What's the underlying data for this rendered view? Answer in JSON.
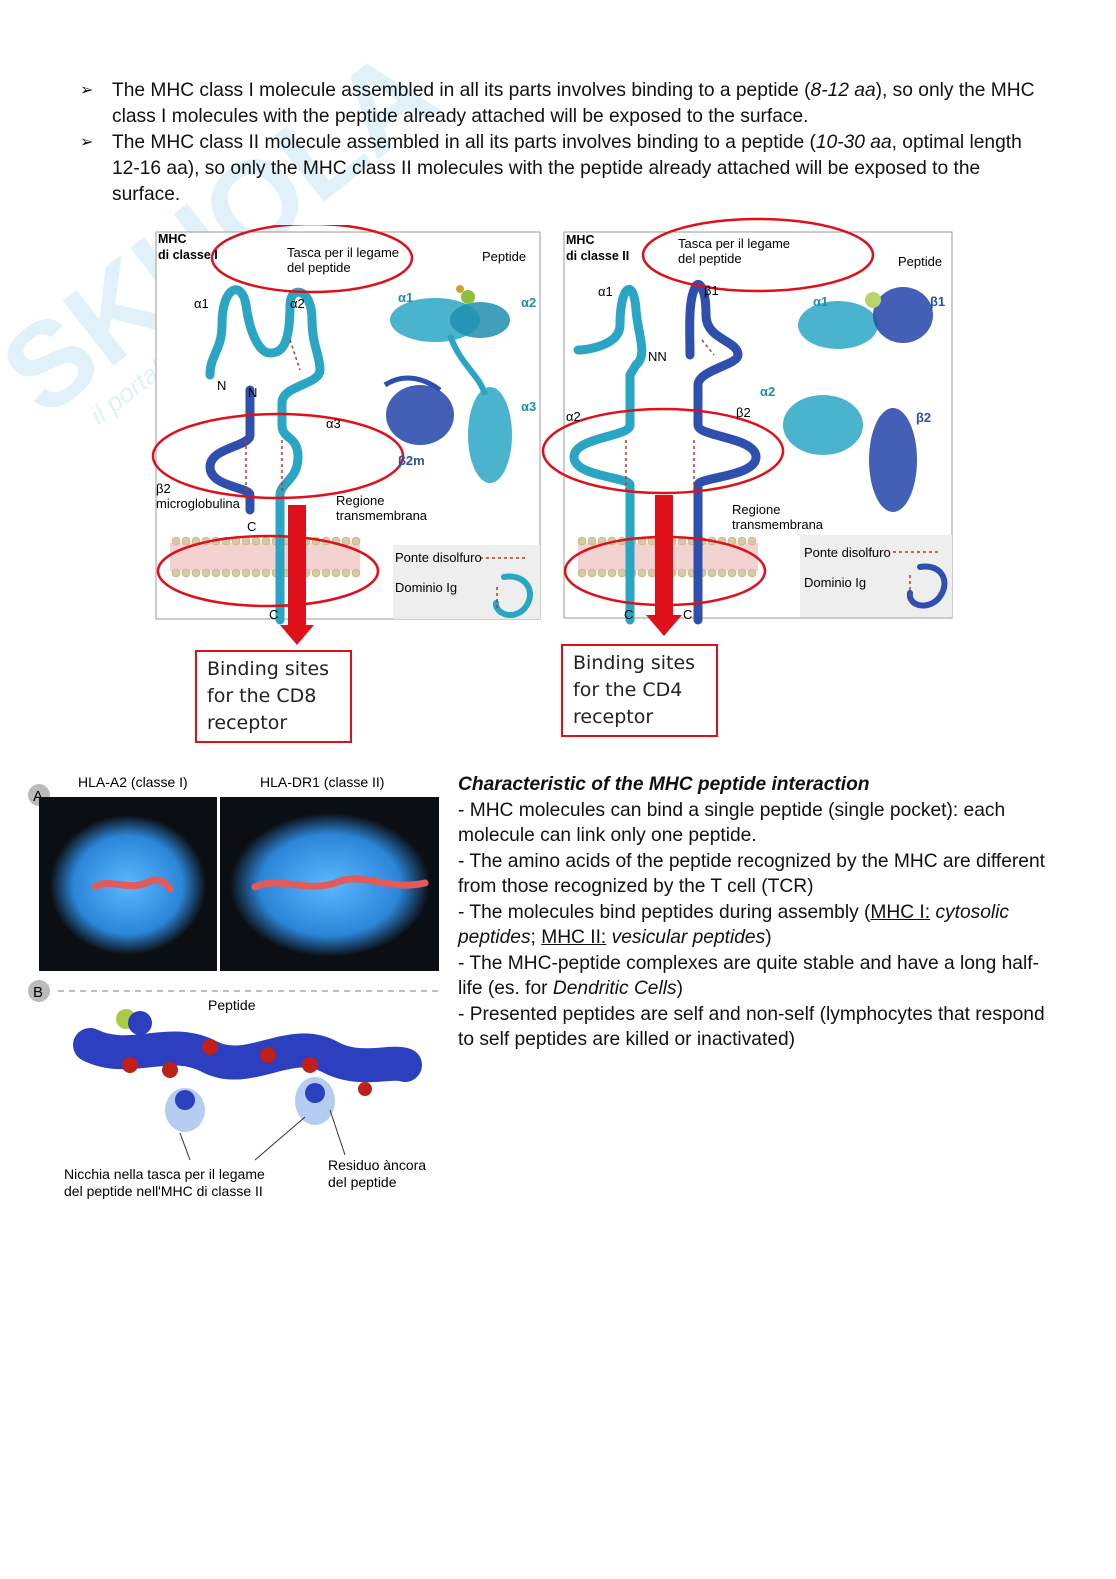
{
  "bullets": [
    {
      "p1": "The MHC class I molecule assembled in all its parts involves binding to a peptide (",
      "em": "8-12 aa",
      "p2": "), so only the MHC class I molecules with the peptide already attached will be exposed to the surface."
    },
    {
      "p1": "The MHC class II molecule assembled in all its parts involves binding to a peptide (",
      "em": "10-30 aa",
      "p2": ", optimal length 12-16 aa), so only the MHC class II molecules with the peptide already attached will be exposed to the surface."
    }
  ],
  "watermark": {
    "brand": "SKUOLA",
    "tagline": "il portale dello studente"
  },
  "fig_class1": {
    "title_l1": "MHC",
    "title_l2": "di classe I",
    "pocket_l1": "Tasca per il legame",
    "pocket_l2": "del peptide",
    "peptide": "Peptide",
    "alpha1": "α1",
    "alpha2": "α2",
    "alpha3": "α3",
    "alpha1_r": "α1",
    "alpha2_r": "α2",
    "alpha3_r": "α3",
    "beta2m": "β2m",
    "n1": "N",
    "n2": "N",
    "c1": "C",
    "c2": "C",
    "b2_l1": "β2",
    "b2_l2": "microglobulina",
    "tm_l1": "Regione",
    "tm_l2": "transmembrana",
    "legend_ss": "Ponte disolfuro",
    "legend_ig": "Dominio Ig"
  },
  "fig_class2": {
    "title_l1": "MHC",
    "title_l2": "di classe II",
    "pocket_l1": "Tasca per il legame",
    "pocket_l2": "del peptide",
    "peptide": "Peptide",
    "alpha1": "α1",
    "beta1": "β1",
    "alpha2": "α2",
    "beta2": "β2",
    "alpha1_r": "α1",
    "beta1_r": "β1",
    "alpha2_r": "α2",
    "beta2_r": "β2",
    "nn": "NN",
    "c1": "C",
    "c2": "C",
    "tm_l1": "Regione",
    "tm_l2": "transmembrana",
    "legend_ss": "Ponte disolfuro",
    "legend_ig": "Dominio Ig"
  },
  "cd8_box": [
    "Binding sites",
    "for the CD8",
    "receptor"
  ],
  "cd4_box": [
    "Binding sites",
    "for the CD4",
    "receptor"
  ],
  "fig_bottom": {
    "panel_a": "A",
    "panel_b": "B",
    "hla_a2": "HLA-A2 (classe I)",
    "hla_dr1": "HLA-DR1 (classe II)",
    "peptide": "Peptide",
    "niche_l1": "Nicchia nella tasca per il legame",
    "niche_l2": "del peptide nell'MHC di classe II",
    "anchor_l1": "Residuo àncora",
    "anchor_l2": "del peptide"
  },
  "characteristics": {
    "title": "Characteristic of the MHC peptide interaction",
    "item1": "-  MHC molecules can bind a single peptide (single pocket): each molecule can link only one peptide.",
    "item2": "-  The amino acids of the peptide recognized by the MHC are different from those recognized by the T cell (TCR)",
    "item3": {
      "p1": "-  The molecules bind peptides during assembly (",
      "u1": "MHC I:",
      "i1": "cytosolic peptides",
      "sep": "; ",
      "u2": "MHC II:",
      "i2": "vesicular peptides",
      "p2": ")"
    },
    "item4": {
      "p1": "-  The MHC-peptide complexes are quite stable and have a long half-life (es. for ",
      "i1": "Dendritic Cells",
      "p2": ")"
    },
    "item5": "-  Presented peptides are self and non-self (lymphocytes that respond to self peptides are killed or inactivated)"
  },
  "colors": {
    "class1_chain": "#2aa6c4",
    "beta_chain": "#2f4fae",
    "highlight_red": "#e0101a",
    "membrane": "#d8c9a6",
    "surface_bg": "#0b0f14",
    "surface_blue": "#2b86d8"
  }
}
